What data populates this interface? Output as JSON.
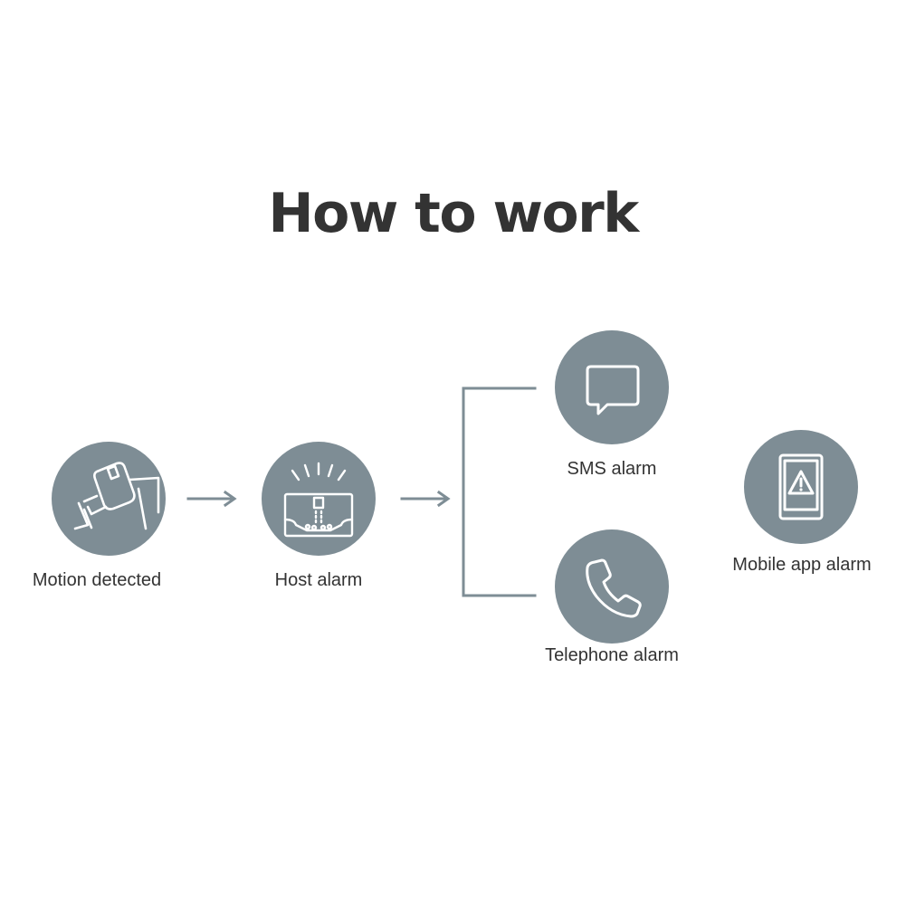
{
  "title": "How to work",
  "colors": {
    "circle": "#7e8d95",
    "connector": "#7e8d95",
    "icon": "#ffffff",
    "text": "#333333"
  },
  "steps": {
    "motion": {
      "label": "Motion detected",
      "icon": "pir-motion-sensor-icon"
    },
    "host": {
      "label": "Host alarm",
      "icon": "alarm-host-panel-icon"
    },
    "sms": {
      "label": "SMS alarm",
      "icon": "chat-bubble-icon"
    },
    "telephone": {
      "label": "Telephone alarm",
      "icon": "phone-handset-icon"
    },
    "mobile": {
      "label": "Mobile app alarm",
      "icon": "phone-warning-icon"
    }
  }
}
